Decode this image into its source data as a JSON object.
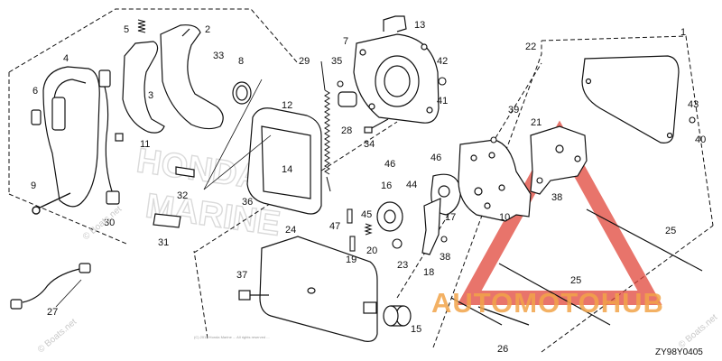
{
  "diagram": {
    "figure_code": "ZY98Y0405",
    "copyright_note": "(C) 2013 Honda Marine ... All rights reserved ...",
    "watermarks": {
      "boats_net": "© Boats.net",
      "automotohub": "AUTOMOTOHUB",
      "background_brand": "HONDA MARINE"
    },
    "callouts": [
      {
        "id": "1",
        "label": "1"
      },
      {
        "id": "2",
        "label": "2"
      },
      {
        "id": "3",
        "label": "3"
      },
      {
        "id": "4",
        "label": "4"
      },
      {
        "id": "5",
        "label": "5"
      },
      {
        "id": "6",
        "label": "6"
      },
      {
        "id": "7",
        "label": "7"
      },
      {
        "id": "8",
        "label": "8"
      },
      {
        "id": "9",
        "label": "9"
      },
      {
        "id": "10",
        "label": "10"
      },
      {
        "id": "11",
        "label": "11"
      },
      {
        "id": "12",
        "label": "12"
      },
      {
        "id": "13",
        "label": "13"
      },
      {
        "id": "14",
        "label": "14"
      },
      {
        "id": "15",
        "label": "15"
      },
      {
        "id": "16",
        "label": "16"
      },
      {
        "id": "17",
        "label": "17"
      },
      {
        "id": "18",
        "label": "18"
      },
      {
        "id": "19",
        "label": "19"
      },
      {
        "id": "20",
        "label": "20"
      },
      {
        "id": "21",
        "label": "21"
      },
      {
        "id": "22",
        "label": "22"
      },
      {
        "id": "23",
        "label": "23"
      },
      {
        "id": "24",
        "label": "24"
      },
      {
        "id": "25a",
        "label": "25"
      },
      {
        "id": "25b",
        "label": "25"
      },
      {
        "id": "26",
        "label": "26"
      },
      {
        "id": "27",
        "label": "27"
      },
      {
        "id": "28",
        "label": "28"
      },
      {
        "id": "29",
        "label": "29"
      },
      {
        "id": "30",
        "label": "30"
      },
      {
        "id": "31",
        "label": "31"
      },
      {
        "id": "32",
        "label": "32"
      },
      {
        "id": "33",
        "label": "33"
      },
      {
        "id": "34",
        "label": "34"
      },
      {
        "id": "35",
        "label": "35"
      },
      {
        "id": "36",
        "label": "36"
      },
      {
        "id": "37",
        "label": "37"
      },
      {
        "id": "38a",
        "label": "38"
      },
      {
        "id": "38b",
        "label": "38"
      },
      {
        "id": "39",
        "label": "39"
      },
      {
        "id": "40",
        "label": "40"
      },
      {
        "id": "41",
        "label": "41"
      },
      {
        "id": "42",
        "label": "42"
      },
      {
        "id": "43",
        "label": "43"
      },
      {
        "id": "44",
        "label": "44"
      },
      {
        "id": "45",
        "label": "45"
      },
      {
        "id": "46a",
        "label": "46"
      },
      {
        "id": "46b",
        "label": "46"
      },
      {
        "id": "47",
        "label": "47"
      }
    ],
    "colors": {
      "line": "#111111",
      "watermark_red": "#e0453a",
      "watermark_orange": "#f2a44a",
      "watermark_gray": "#c8c8c8"
    }
  }
}
